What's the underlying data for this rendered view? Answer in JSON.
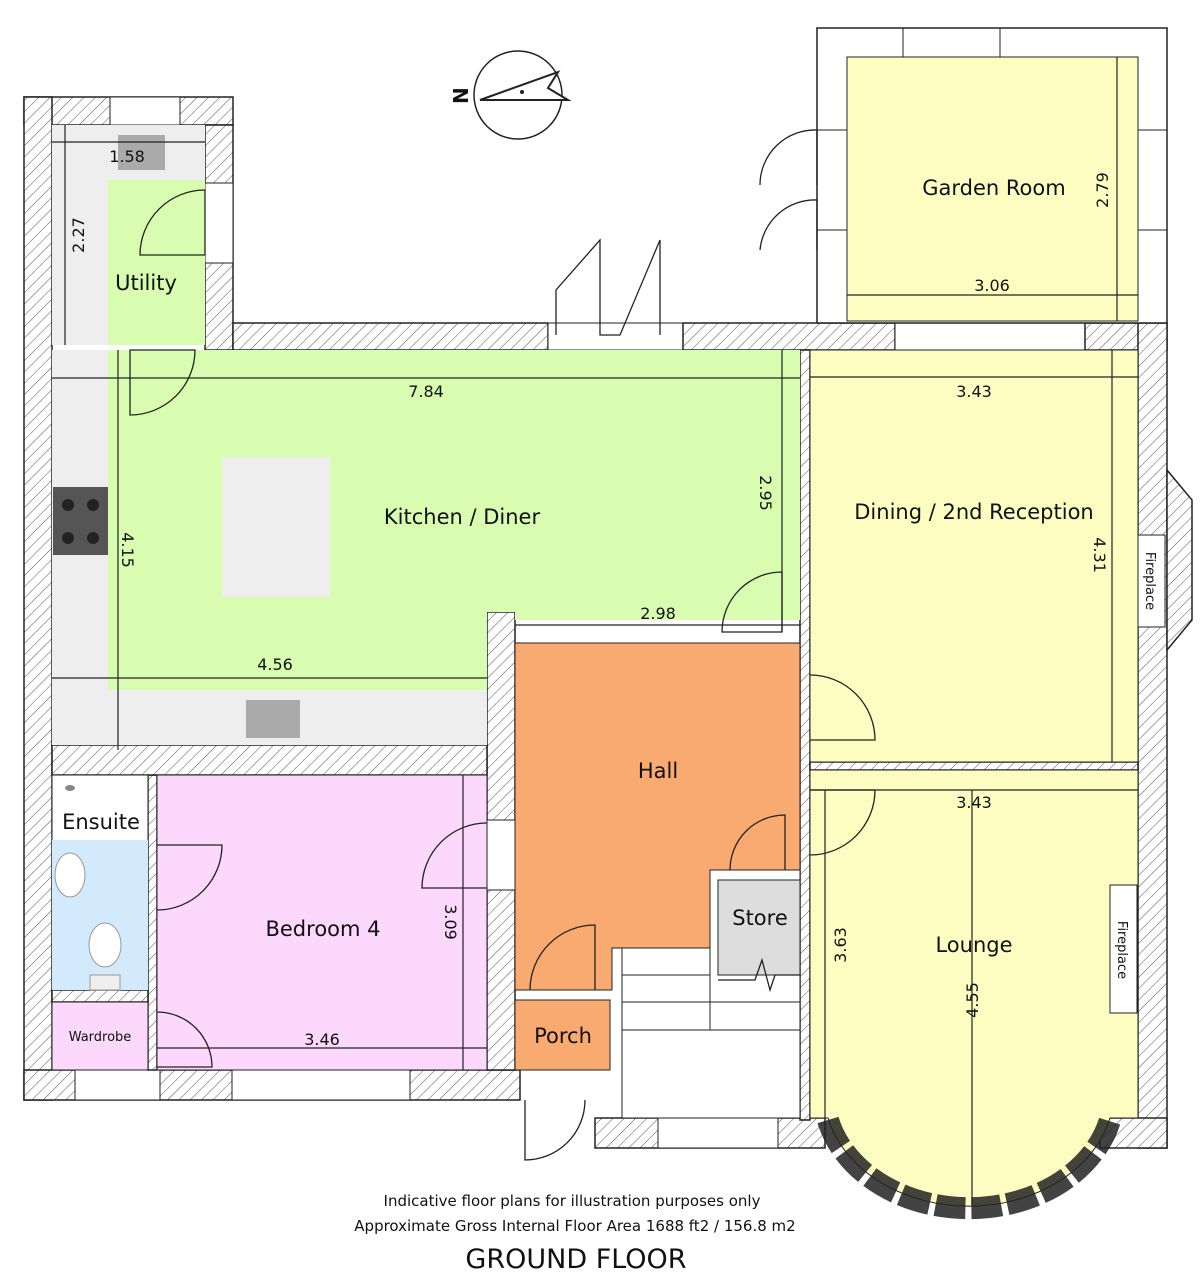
{
  "plan": {
    "title": "GROUND FLOOR",
    "disclaimer": "Indicative floor plans for illustration purposes only",
    "area": "Approximate Gross Internal Floor Area 1688 ft2 / 156.8 m2",
    "compass_letter": "N"
  },
  "colors": {
    "kitchen": "#d8fcb0",
    "reception": "#fdfdc2",
    "bedroom": "#fcd8fc",
    "hall": "#f9aa70",
    "bathroom": "#d2eafc",
    "fitted": "#eeeeee"
  },
  "rooms": {
    "utility": {
      "name": "Utility",
      "width": "1.58",
      "length": "2.27"
    },
    "kitchen": {
      "name": "Kitchen / Diner",
      "width": "7.84",
      "length": "4.15",
      "dim_a": "2.95",
      "dim_b": "2.98",
      "dim_c": "4.56"
    },
    "garden": {
      "name": "Garden Room",
      "width": "3.06",
      "length": "2.79"
    },
    "dining": {
      "name": "Dining / 2nd Reception",
      "width": "3.43",
      "length": "4.31",
      "feature": "Fireplace"
    },
    "lounge": {
      "name": "Lounge",
      "width": "3.43",
      "length": "4.55",
      "length_b": "3.63",
      "feature": "Fireplace"
    },
    "hall": {
      "name": "Hall"
    },
    "store": {
      "name": "Store"
    },
    "porch": {
      "name": "Porch"
    },
    "bedroom4": {
      "name": "Bedroom 4",
      "width": "3.46",
      "length": "3.09"
    },
    "ensuite": {
      "name": "Ensuite"
    },
    "wardrobe": {
      "name": "Wardrobe"
    }
  }
}
